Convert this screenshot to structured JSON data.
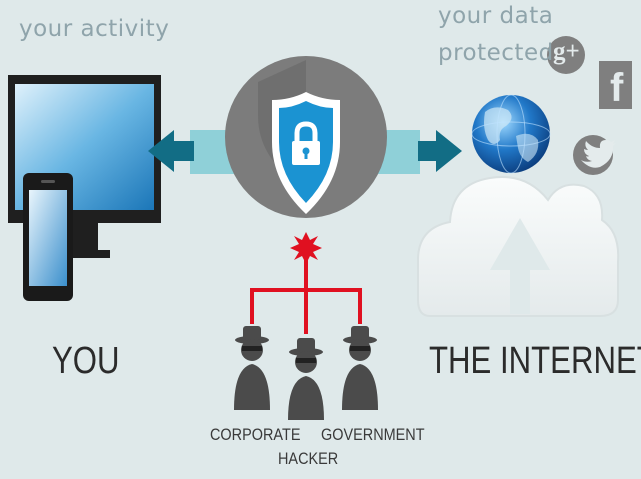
{
  "labels": {
    "your_activity": "your activity",
    "your_data_line1": "your data",
    "your_data_line2": "protected",
    "you": "YOU",
    "the_internet": "THE INTERNET",
    "corporate": "CORPORATE",
    "government": "GOVERNMENT",
    "hacker": "HACKER"
  },
  "icons": {
    "google_plus": "g+",
    "facebook": "f",
    "twitter": "twitter-bird-icon"
  },
  "colors": {
    "background": "#dfe9ea",
    "teal_arrow": "#126d85",
    "light_teal": "#8fd0d8",
    "shield_blue": "#1b93d2",
    "threat_red": "#e01020",
    "gray_circle": "#7c7c7c",
    "figure_gray": "#4b4b4b"
  }
}
